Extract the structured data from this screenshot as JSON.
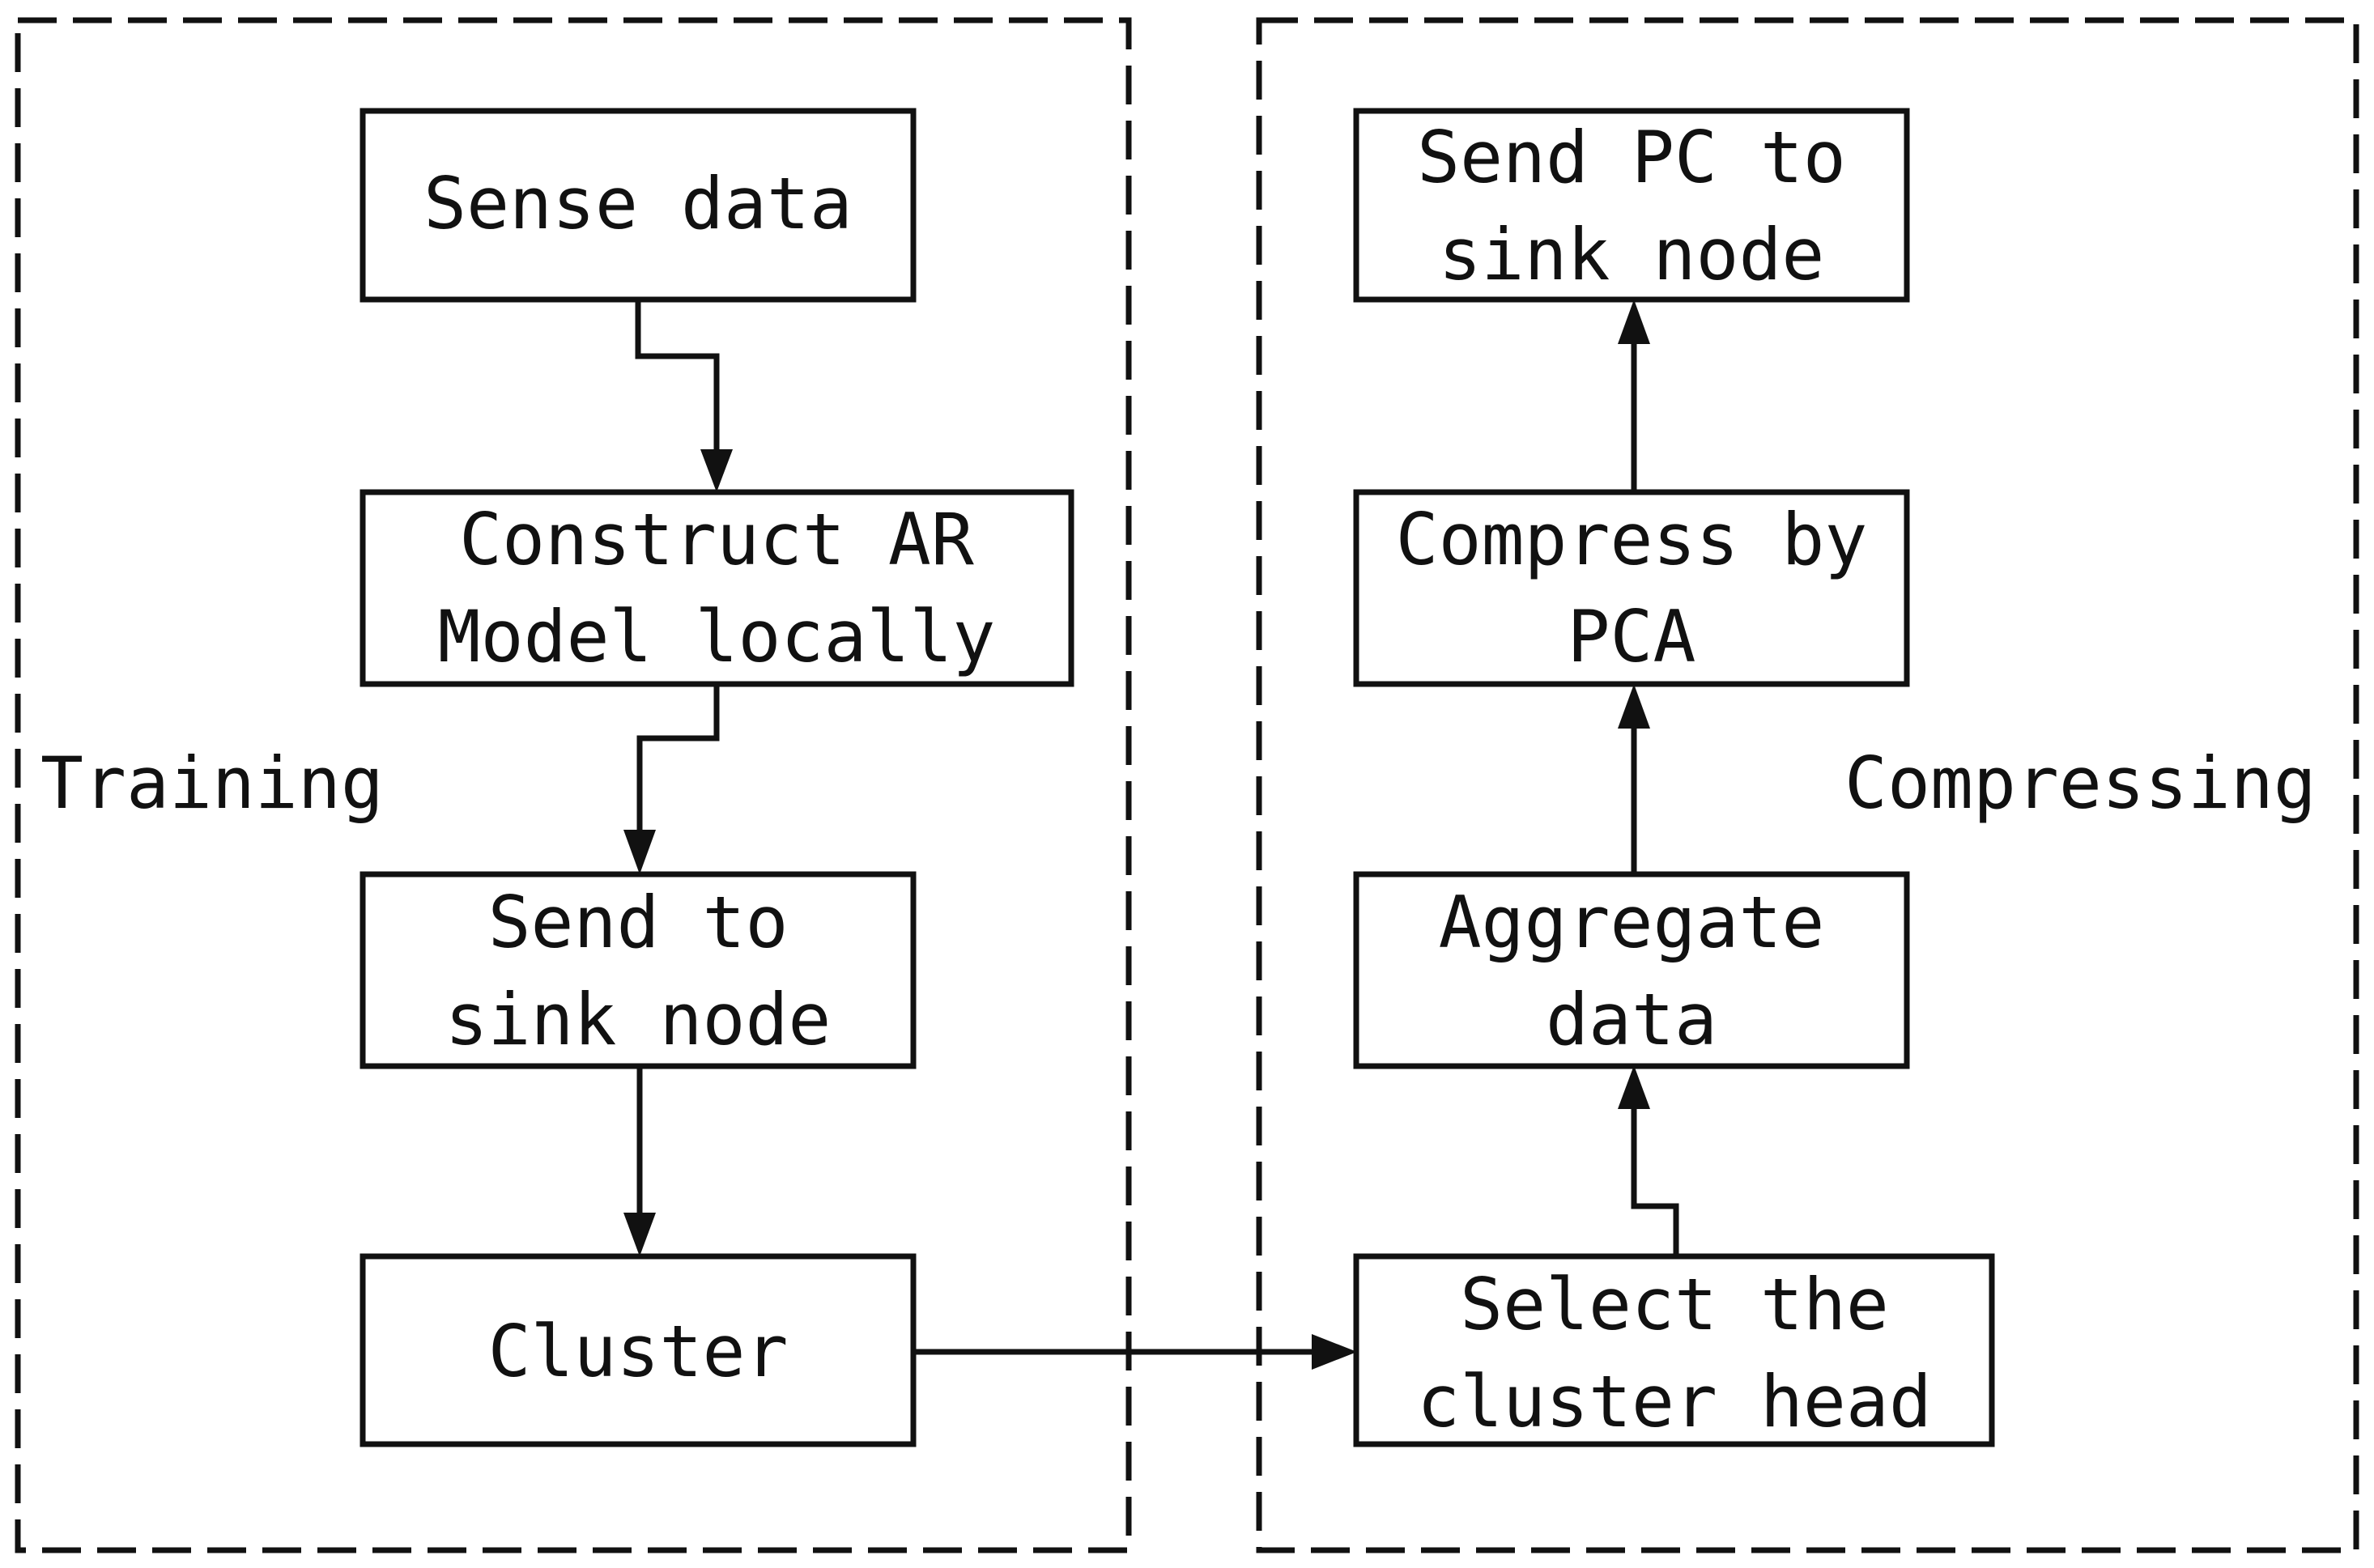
{
  "panels": {
    "training": {
      "label": "Training"
    },
    "compressing": {
      "label": "Compressing"
    }
  },
  "training_steps": {
    "sense": {
      "line1": "Sense data"
    },
    "construct": {
      "line1": "Construct AR",
      "line2": "Model locally"
    },
    "send": {
      "line1": "Send to",
      "line2": "sink node"
    },
    "cluster": {
      "line1": "Cluster"
    }
  },
  "compressing_steps": {
    "select": {
      "line1": "Select the",
      "line2": "cluster head"
    },
    "aggregate": {
      "line1": "Aggregate",
      "line2": "data"
    },
    "compress": {
      "line1": "Compress by",
      "line2": "PCA"
    },
    "send_pc": {
      "line1": "Send PC to",
      "line2": "sink node"
    }
  }
}
